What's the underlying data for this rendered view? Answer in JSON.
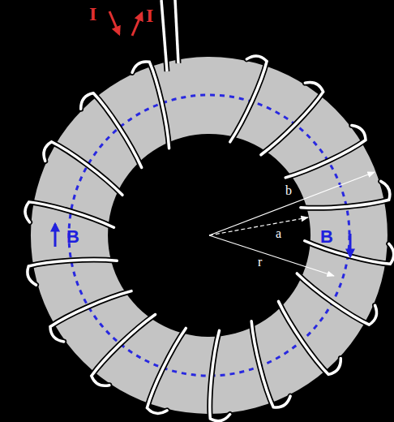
{
  "diagram": {
    "labels": [
      "I",
      "I",
      "B",
      "B",
      "b",
      "a",
      "r"
    ]
  }
}
